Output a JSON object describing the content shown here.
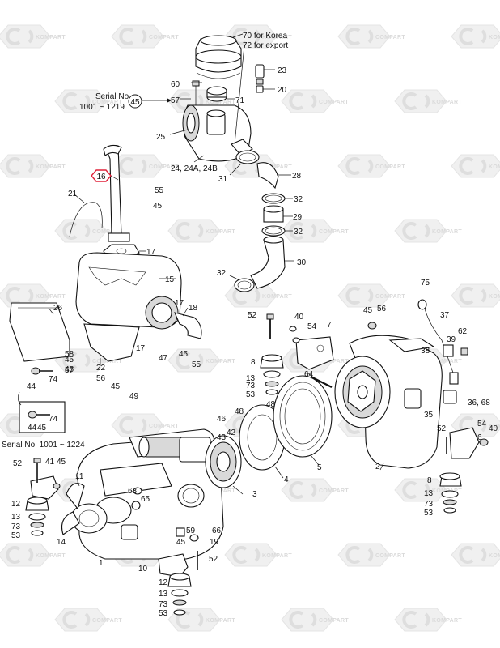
{
  "watermark": {
    "text_a": "KOMPART",
    "text_b": "COMPART",
    "color": "#bdbdbd"
  },
  "notes": {
    "korea": "70 for Korea",
    "export": "72 for export",
    "serial_top_line1": "Serial No.",
    "serial_top_line2": "1001 ~ 1219",
    "serial_top_ref": "45",
    "serial_bottom": "Serial No. 1001 ~ 1224",
    "cleaner_refs": "24, 24A, 24B",
    "highlight_ref": "16",
    "highlight_color": "#e0223a"
  },
  "labels": {
    "p1": "1",
    "p2": "2",
    "p3": "3",
    "p4": "4",
    "p5": "5",
    "p6": "6",
    "p7": "7",
    "p8a": "8",
    "p8b": "8",
    "p10": "10",
    "p11": "11",
    "p12a": "12",
    "p12b": "12",
    "p13a": "13",
    "p13b": "13",
    "p13c": "13",
    "p13d": "13",
    "p14": "14",
    "p15": "15",
    "p17a": "17",
    "p17b": "17",
    "p17c": "17",
    "p18": "18",
    "p19": "19",
    "p2_0": "20",
    "p21": "21",
    "p22": "22",
    "p23": "23",
    "p25": "25",
    "p26": "26",
    "p28": "28",
    "p29": "29",
    "p30": "30",
    "p31": "31",
    "p32a": "32",
    "p32b": "32",
    "p32c": "32",
    "p35": "35",
    "p36": "36, 68",
    "p37": "37",
    "p38": "38",
    "p39": "39",
    "p40a": "40",
    "p40b": "40",
    "p41": "41",
    "p42": "42",
    "p43": "43",
    "p44a": "44",
    "p44b": "44",
    "p45a": "45",
    "p45b": "45",
    "p45c": "45",
    "p45d": "45",
    "p45e": "45",
    "p45f": "45",
    "p45g": "45",
    "p45h": "45",
    "p45i": "45",
    "p46": "46",
    "p47": "47",
    "p48a": "48",
    "p48b": "48",
    "p49": "49",
    "p52a": "52",
    "p52b": "52",
    "p52c": "52",
    "p52d": "52",
    "p53a": "53",
    "p53b": "53",
    "p53c": "53",
    "p53d": "53",
    "p54a": "54",
    "p54b": "54",
    "p55a": "55",
    "p55b": "55",
    "p56a": "56",
    "p56b": "56",
    "p57a": "57",
    "p57b": "57",
    "p58": "58",
    "p59": "59",
    "p60": "60",
    "p62": "62",
    "p63": "63",
    "p64": "64",
    "p65": "65",
    "p66": "66",
    "p71": "71",
    "p73a": "73",
    "p73b": "73",
    "p73c": "73",
    "p73d": "73",
    "p74a": "74",
    "p74b": "74",
    "p75": "75"
  }
}
